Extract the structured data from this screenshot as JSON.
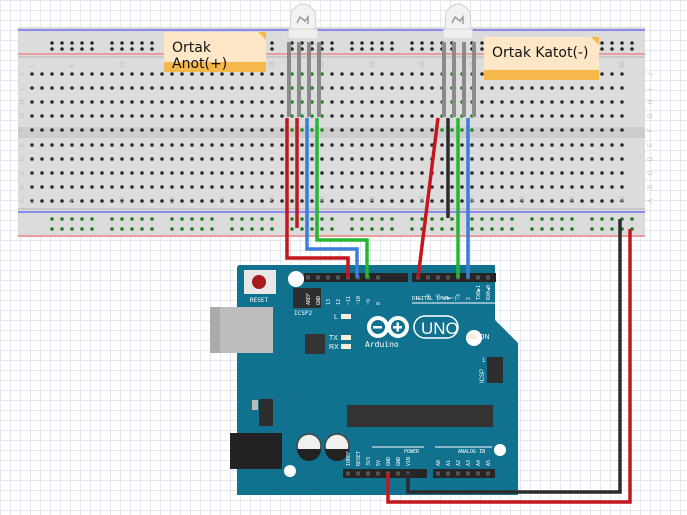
{
  "notes": {
    "anode_label": "Ortak Anot(+)",
    "cathode_label": "Ortak Katot(-)"
  },
  "breadboard": {
    "row_labels_top": [
      "J",
      "I",
      "H",
      "G",
      "F"
    ],
    "row_labels_bottom": [
      "E",
      "D",
      "C",
      "B",
      "A"
    ],
    "column_numbers": [
      "1",
      "5",
      "10",
      "15",
      "20",
      "25",
      "30",
      "35",
      "40",
      "45",
      "50",
      "55",
      "60"
    ]
  },
  "arduino": {
    "reset_label": "RESET",
    "icsp2_label": "ICSP2",
    "icsp_label": "ICSP",
    "led_l_label": "L",
    "led_tx_label": "TX",
    "led_rx_label": "RX",
    "led_on_label": "ON",
    "logo_text": "Arduino",
    "uno_text": "UNO",
    "digital_label": "DIGITAL (PWM=~)",
    "power_label": "POWER",
    "analog_label": "ANALOG IN",
    "digital_pins_left": [
      "AREF",
      "GND",
      "13",
      "12",
      "~11",
      "~10",
      "~9",
      "8"
    ],
    "digital_pins_right": [
      "7",
      "~6",
      "~5",
      "4",
      "~3",
      "2",
      "TX0▶1",
      "RX0◀0"
    ],
    "power_pins": [
      "IOREF",
      "RESET",
      "3V3",
      "5V",
      "GND",
      "GND",
      "VIN"
    ],
    "analog_pins": [
      "A0",
      "A1",
      "A2",
      "A3",
      "A4",
      "A5"
    ],
    "icsp_pin1_label": "1"
  },
  "wire_colors": {
    "red": "#c4161c",
    "green": "#25b732",
    "blue": "#3b7dd8",
    "black": "#2b2b2b"
  },
  "board_color": "#11728f"
}
